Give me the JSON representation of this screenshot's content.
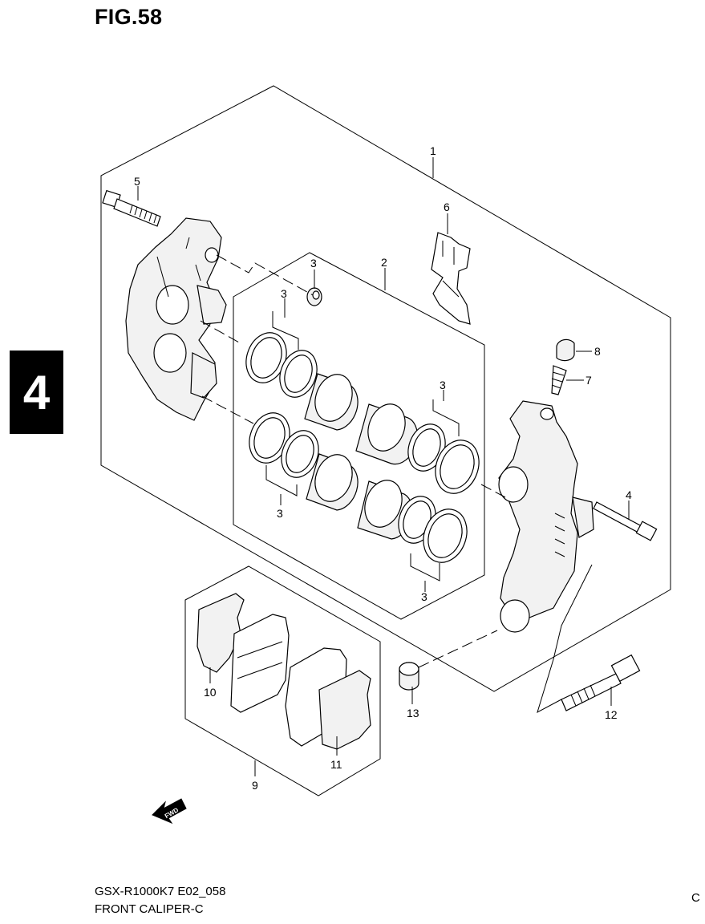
{
  "figure": {
    "title": "FIG.58"
  },
  "section_tab": {
    "label": "4"
  },
  "footer": {
    "model_code": "GSX-R1000K7 E02_058",
    "diagram_name": "FRONT CALIPER-C",
    "edge_glyph": "C"
  },
  "callouts": {
    "c1": "1",
    "c2": "2",
    "c3a": "3",
    "c3b": "3",
    "c3c": "3",
    "c3d": "3",
    "c3e": "3",
    "c4": "4",
    "c5": "5",
    "c6": "6",
    "c7": "7",
    "c8": "8",
    "c9": "9",
    "c10": "10",
    "c11": "11",
    "c12": "12",
    "c13": "13"
  },
  "arrow": {
    "label": "FWD",
    "icon": "forward-arrow-icon"
  }
}
